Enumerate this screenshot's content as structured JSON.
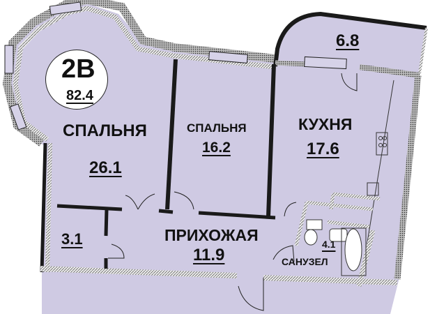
{
  "apartment": {
    "type": "2В",
    "total_area": "82.4"
  },
  "rooms": [
    {
      "id": "bedroom-1",
      "name": "СПАЛЬНЯ",
      "area": "26.1"
    },
    {
      "id": "bedroom-2",
      "name": "СПАЛЬНЯ",
      "area": "16.2"
    },
    {
      "id": "kitchen",
      "name": "КУХНЯ",
      "area": "17.6"
    },
    {
      "id": "balcony",
      "name": "",
      "area": "6.8"
    },
    {
      "id": "storage",
      "name": "",
      "area": "3.1"
    },
    {
      "id": "hallway",
      "name": "ПРИХОЖАЯ",
      "area": "11.9"
    },
    {
      "id": "bathroom",
      "name": "САНУЗЕЛ",
      "area": "4.1"
    }
  ],
  "colors": {
    "floor": "#cfcae3",
    "wall": "#1a1a1a",
    "outer_wall_hatch": "#8c8c8c",
    "background": "#ffffff"
  }
}
